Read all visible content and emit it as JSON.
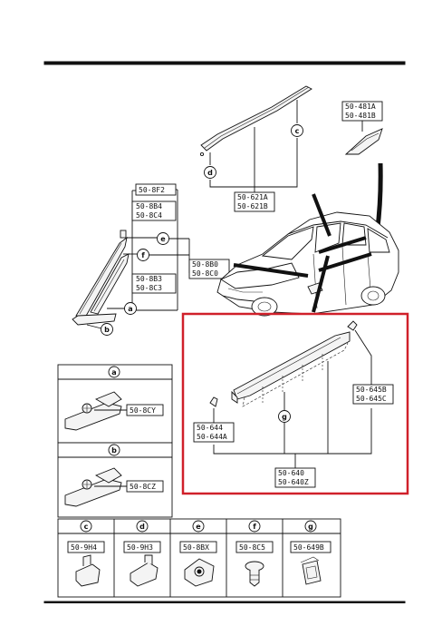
{
  "parts": {
    "triangle_trim": [
      "50-481A",
      "50-481B"
    ],
    "top_molding": [
      "50-621A",
      "50-621B"
    ],
    "pillar_top": "50-8F2",
    "pillar_mid": [
      "50-8B4",
      "50-8C4"
    ],
    "pillar_lower": [
      "50-8B3",
      "50-8C3"
    ],
    "pillar_body": [
      "50-8B0",
      "50-8C0"
    ],
    "belt_front": [
      "50-644",
      "50-644A"
    ],
    "belt_rear": [
      "50-645B",
      "50-645C"
    ],
    "belt_main": [
      "50-640",
      "50-640Z"
    ]
  },
  "callouts": {
    "a": "a",
    "b": "b",
    "c": "c",
    "d": "d",
    "e": "e",
    "f": "f",
    "g": "g"
  },
  "clip_details": {
    "a": {
      "letter": "a",
      "code": "50-8CY"
    },
    "b": {
      "letter": "b",
      "code": "50-8CZ"
    }
  },
  "clips_row": [
    {
      "letter": "c",
      "code": "50-9H4"
    },
    {
      "letter": "d",
      "code": "50-9H3"
    },
    {
      "letter": "e",
      "code": "50-8BX"
    },
    {
      "letter": "f",
      "code": "50-8C5"
    },
    {
      "letter": "g",
      "code": "50-649B"
    }
  ],
  "colors": {
    "highlight": "#d0202a",
    "ink": "#111111"
  }
}
